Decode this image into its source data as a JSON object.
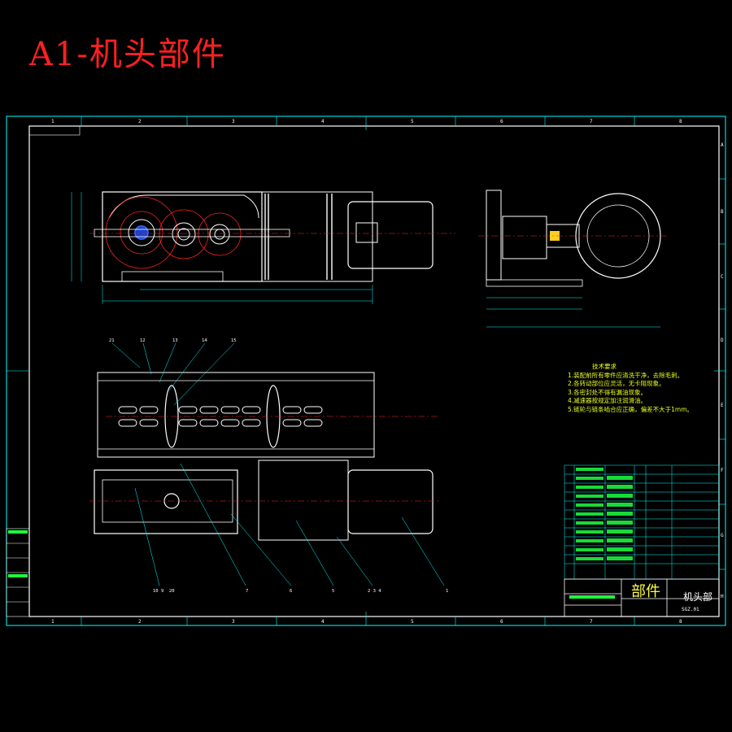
{
  "sheet_title": "A1-机头部件",
  "technical_notes": {
    "heading": "技术要求",
    "items": [
      "1.装配前所有零件应清洗干净，去除毛刺。",
      "2.各转动部位应灵活，无卡阻现象。",
      "3.各密封处不得有漏油现象。",
      "4.减速器按规定加注润滑油。",
      "5.链轮与链条啮合应正确，偏差不大于1mm。"
    ]
  },
  "title_block": {
    "drawing_type": "部件",
    "name": "机头部",
    "drawing_no": "SGZ.01"
  },
  "border": {
    "top_numbers": [
      "1",
      "2",
      "3",
      "4",
      "5",
      "6",
      "7",
      "8"
    ],
    "bottom_numbers": [
      "1",
      "2",
      "3",
      "4",
      "5",
      "6",
      "7",
      "8"
    ],
    "right_letters": [
      "A",
      "B",
      "C",
      "D",
      "E",
      "F",
      "G",
      "H"
    ]
  },
  "part_callouts_top": [
    "21",
    "12",
    "13",
    "14",
    "15"
  ],
  "part_callouts_bottom": [
    "10",
    "9",
    "20",
    "7",
    "6",
    "5",
    "2 3 4",
    "1"
  ],
  "colors": {
    "background": "#000000",
    "frame": "#00ffff",
    "geometry": "#ffffff",
    "centerline": "#ff2020",
    "title_red": "#ff2020",
    "notes_yellow": "#e8ff20",
    "hatch_green": "#20ff40"
  }
}
